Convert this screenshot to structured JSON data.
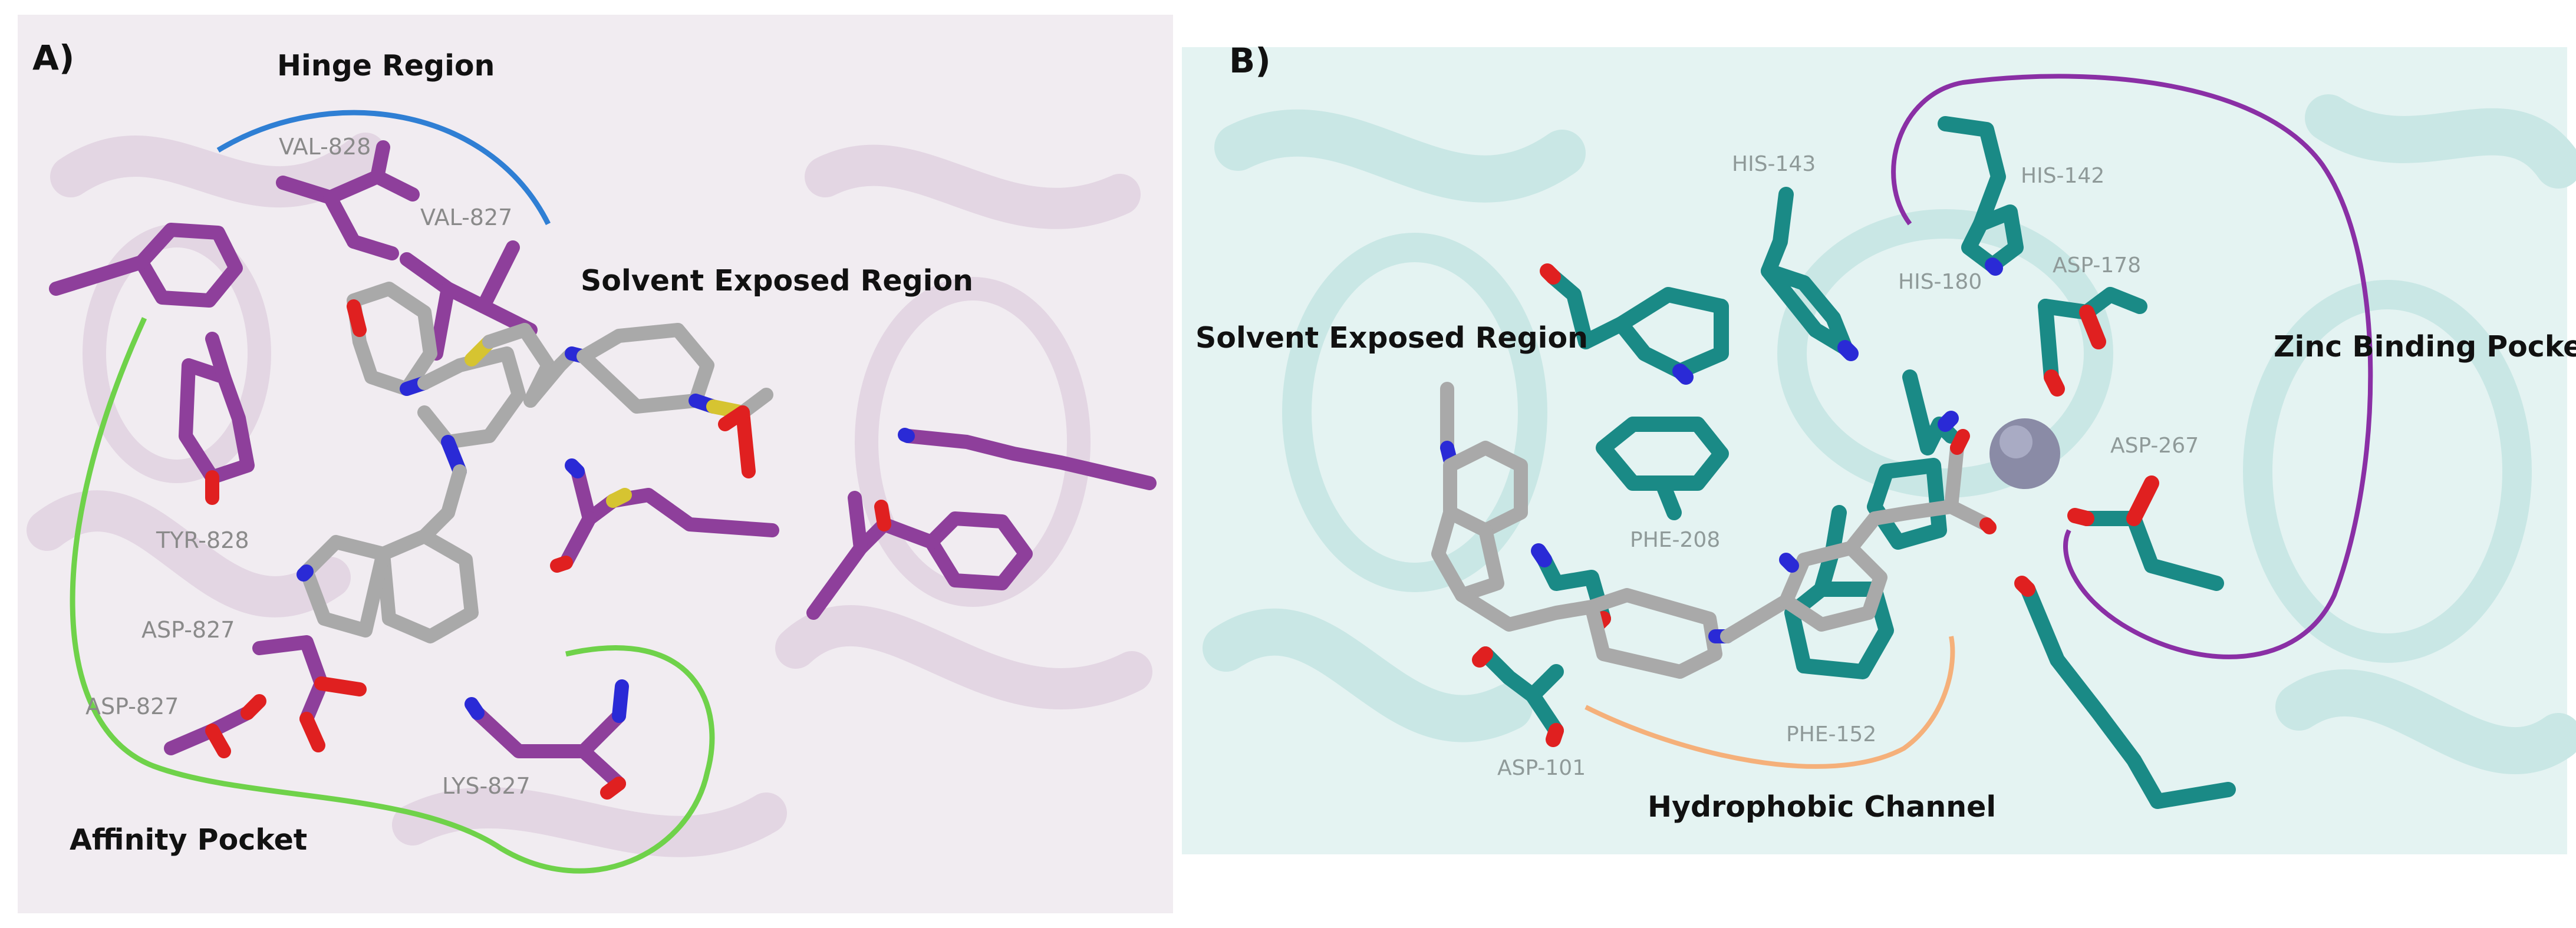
{
  "panels": [
    {
      "letter": "A)",
      "regions": {
        "hinge": "Hinge Region",
        "solvent": "Solvent Exposed Region",
        "affinity": "Affinity Pocket"
      },
      "residues": {
        "val828": "VAL-828",
        "val827": "VAL-827",
        "tyr828": "TYR-828",
        "asp827a": "ASP-827",
        "asp827b": "ASP-827",
        "lys827": "LYS-827"
      }
    },
    {
      "letter": "B)",
      "regions": {
        "solvent": "Solvent Exposed Region",
        "zinc": "Zinc Binding Pocket",
        "hydrophobic": "Hydrophobic Channel"
      },
      "residues": {
        "his143": "HIS-143",
        "his142": "HIS-142",
        "asp178": "ASP-178",
        "his180": "HIS-180",
        "asp267": "ASP-267",
        "phe208": "PHE-208",
        "phe152": "PHE-152",
        "asp101": "ASP-101"
      }
    }
  ],
  "colors": {
    "panel_a_background": "#f1ecf1",
    "panel_b_background": "#e4f3f2",
    "panel_a_residue": "#8e3f9b",
    "panel_b_residue": "#1a8a86",
    "ligand_carbon": "#a9a9a9",
    "nitrogen": "#2a2ad6",
    "oxygen": "#e02020",
    "sulfur": "#d6c431",
    "zinc_ion": "#8a8ba6",
    "hinge_arc": "#2f7fd4",
    "affinity_arc": "#6fd24a",
    "zinc_arc": "#8a2fa5",
    "hydrophobic_arc": "#f5b07a"
  }
}
